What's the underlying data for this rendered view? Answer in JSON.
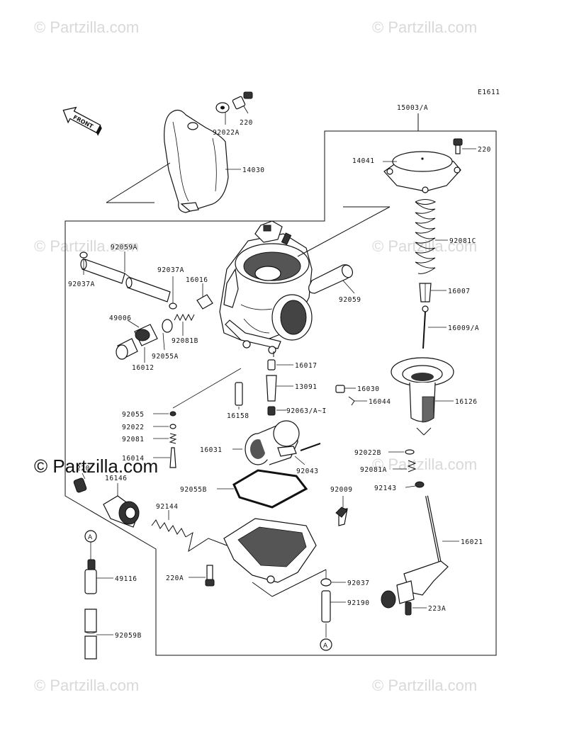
{
  "diagram_code": "E1611",
  "front_label": "FRONT",
  "watermarks": {
    "small": "© Partzilla.com",
    "large": "© Partzilla.com"
  },
  "callout_a": "A",
  "labels": {
    "p15003": "15003/A",
    "p14041": "14041",
    "p220_top": "220",
    "p220": "220",
    "p92022a": "92022A",
    "p14030": "14030",
    "p92081c": "92081C",
    "p16007": "16007",
    "p16009": "16009/A",
    "p16126": "16126",
    "p92059a": "92059A",
    "p92037a_left": "92037A",
    "p92037a": "92037A",
    "p16016": "16016",
    "p92059": "92059",
    "p49006": "49006",
    "p92081b": "92081B",
    "p92055a": "92055A",
    "p16012": "16012",
    "p16017": "16017",
    "p13091": "13091",
    "p16030": "16030",
    "p16044": "16044",
    "p16158": "16158",
    "p92063": "92063/A~I",
    "p92055": "92055",
    "p92022": "92022",
    "p92081": "92081",
    "p16014": "16014",
    "p16031": "16031",
    "p92043": "92043",
    "p92022b": "92022B",
    "p92081a": "92081A",
    "p92143": "92143",
    "p220b": "220",
    "p16146": "16146",
    "p92055b": "92055B",
    "p92009": "92009",
    "p92144": "92144",
    "p16021": "16021",
    "p220a": "220A",
    "p49116": "49116",
    "p92037": "92037",
    "p92190": "92190",
    "p223a": "223A",
    "p92059b": "92059B"
  }
}
